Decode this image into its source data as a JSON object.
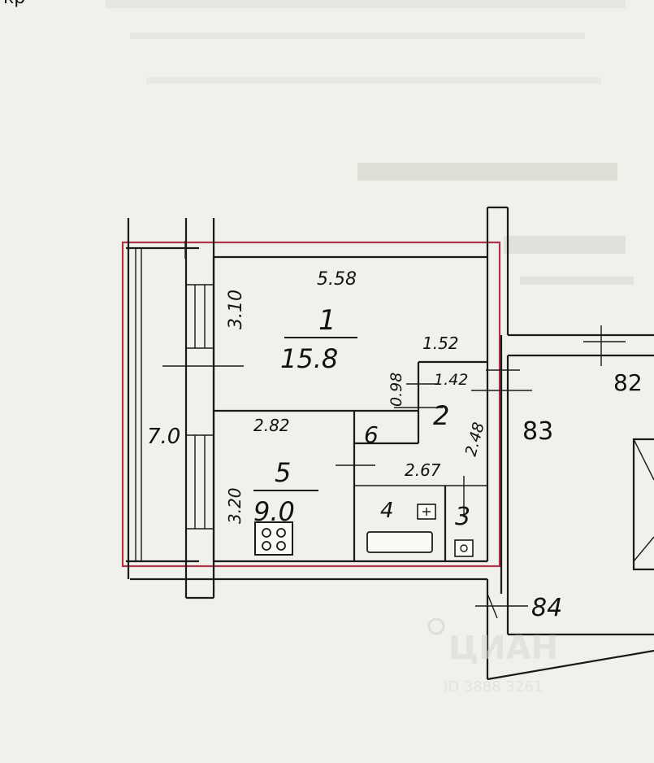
{
  "colors": {
    "background": "#f1f1ec",
    "ink": "#1a1a1a",
    "highlight_border": "#b0334a"
  },
  "header_fragment": "кр",
  "rooms": [
    {
      "number": "1",
      "area": "15.8"
    },
    {
      "number": "2"
    },
    {
      "number": "3"
    },
    {
      "number": "4"
    },
    {
      "number": "5",
      "area": "9.0"
    },
    {
      "number": "6"
    }
  ],
  "dimensions": {
    "room1_width": "5.58",
    "room1_height": "3.10",
    "corridor_width": "1.52",
    "corridor_inner": "1.42",
    "corridor_depth": "0.98",
    "bath_depth": "2.48",
    "kitchen_width": "2.82",
    "kitchen_height": "3.20",
    "bath_width": "2.67",
    "balcony_length": "7.0"
  },
  "neighbor_labels": [
    "82",
    "83",
    "84"
  ],
  "watermark": {
    "brand": "ЦИАН",
    "id": "ID 3888 3261"
  },
  "icons": [
    "stove-icon",
    "sink-icon",
    "toilet-icon"
  ]
}
